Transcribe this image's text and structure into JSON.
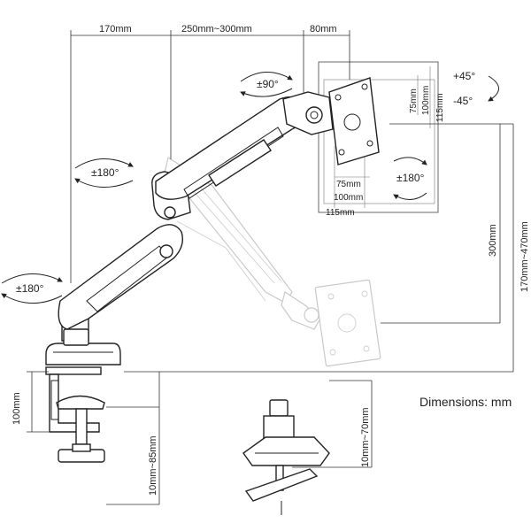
{
  "colors": {
    "line": "#222222",
    "ghost": "#c9c9c9",
    "background": "#ffffff"
  },
  "labels": {
    "width_170": "170mm",
    "width_250_300": "250mm~300mm",
    "width_80": "80mm",
    "rot_90": "±90°",
    "rot_180_upper": "±180°",
    "rot_180_lower": "±180°",
    "rot_180_head": "±180°",
    "tilt_plus45": "+45°",
    "tilt_minus45": "-45°",
    "vesa_75_v": "75mm",
    "vesa_100_v": "100mm",
    "vesa_115_v": "115mm",
    "vesa_75_h": "75mm",
    "vesa_100_h": "100mm",
    "vesa_115_h": "115mm",
    "height_300": "300mm",
    "height_170_470": "170mm~470mm",
    "clamp_100": "100mm",
    "clamp_10_85": "10mm~85mm",
    "grommet_10_70": "10mm~70mm",
    "title": "Dimensions: mm"
  },
  "icons": [
    "rotation-arrow-icon",
    "tilt-arrow-icon"
  ]
}
